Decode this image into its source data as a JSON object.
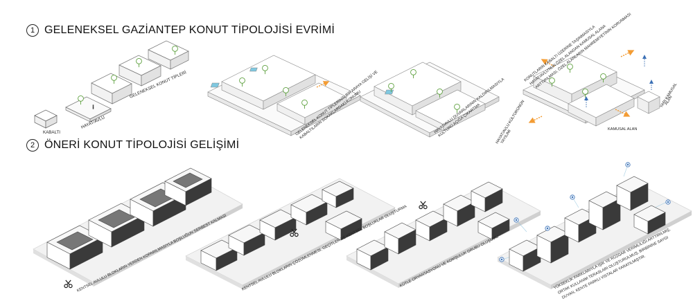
{
  "section1": {
    "number": "1",
    "title": "GELENEKSEL GAZİANTEP KONUT TİPOLOJİSİ EVRİMİ"
  },
  "section2": {
    "number": "2",
    "title": "ÖNERİ KONUT TİPOLOJİSİ GELİŞİMİ"
  },
  "row1_labels": {
    "kabalti": "KABALTI",
    "hayat": "HAYAT/AVLU",
    "tipler": "GELENEKSEL KONUT TİPLERİ",
    "step2_a": "GELENEKSEL KONUT TİPLERİNİN BİR ARAYA GELİŞİ VE",
    "step2_b": "KABALTILARIN SOKAKLARDAKİ KONUMU",
    "step3_a": "HAYAT/AVLU DUVARLARININ KALDIRILMASIYLA",
    "step3_b": "KÜLTÜRÜ AÇIĞA ÇIKARTMA",
    "step4_a": "KONUTLARIN KABALTI ÜZERİNE TAŞINMASIYLA",
    "step4_b": "HAYAT/AVLU'NUN ÖZEL ALANDAN KAMUSAL ALANA",
    "step4_c": "ARTTIRILMASI, ÖZEL ALANLARIN MAHREMİYETİNİN KORUNMASI",
    "yayilim_a": "HAYAT/AVLU KÜLTÜRÜNÜN",
    "yayilim_b": "YAYILIMI",
    "kamusal": "KAMUSAL ALAN",
    "yari_a": "YARI KAMUSAL",
    "yari_b": "ALAN"
  },
  "row2_labels": {
    "s1": "KENTSEL AVLULU BLOKLARIN YERDEN KOPARILMASIYLA BOŞLUĞUN SERBEST KALMASI",
    "s2": "KENTSEL AVLULU BLOKLARIN ÇÖZÜMLENMESİ, GEÇİTLER VE KENTSEL BOŞLUKLAR OLUŞTURMA",
    "s3": "KÜTLE ORYANTASYONU VE KOMŞULUK GRUBU OLUŞUMU",
    "s4_a": "YÜKSEKLİK FARKLARIYLA IŞIK VE RÜZGAR VERİMLİLİĞİ ARTTIRILMIŞ,",
    "s4_b": "ORTAK KULLANIM TERASLARI OLUŞTURULMUŞ, BİRBİRİNE SAYGI",
    "s4_c": "DUYAN, KENTE FARKLI VİSTALAR YARATILMIŞTIR."
  },
  "colors": {
    "accent_orange": "#f39c34",
    "accent_blue": "#3a6fb5",
    "tree": "#5a9e3a",
    "pool": "#7fc8e0"
  },
  "icons": [
    "scissors-icon",
    "tree-icon",
    "person-icon",
    "arrow-icon",
    "eye-icon"
  ]
}
